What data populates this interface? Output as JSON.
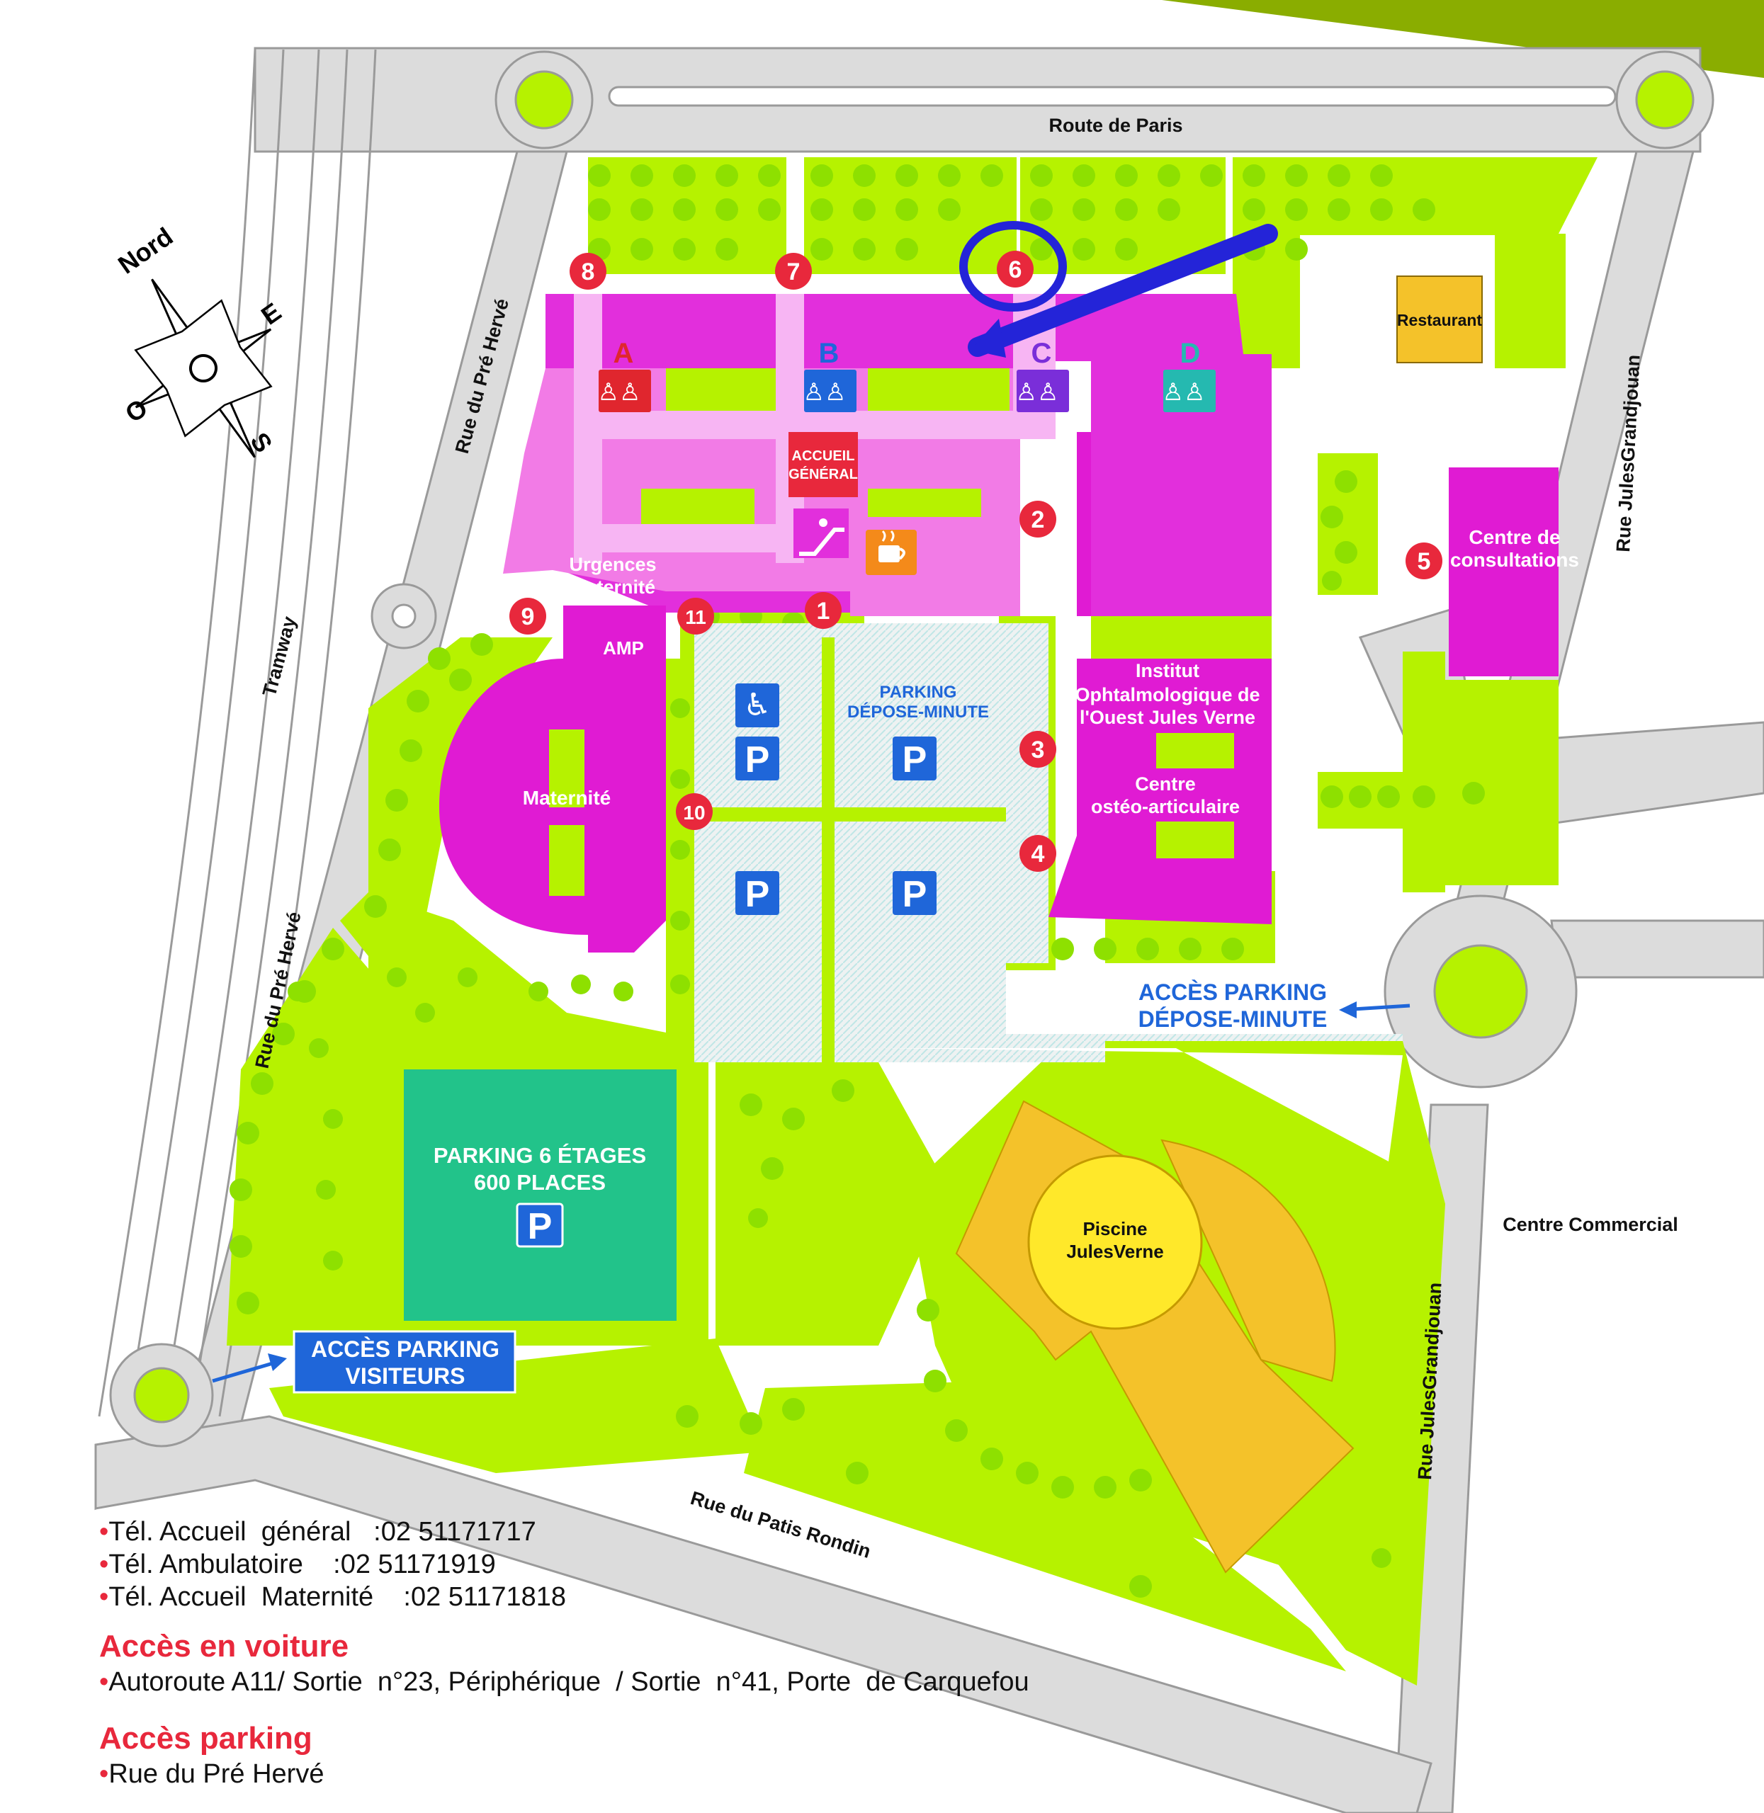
{
  "colors": {
    "grass": "#b6f200",
    "tree": "#8ee000",
    "road": "#d8d8d8",
    "building": "#e22fdc",
    "building_light": "#f48ef0",
    "parking": "#1f66d9",
    "multi_parking": "#22c38a",
    "pool": "#f4c22a",
    "marker": "#e8283c",
    "accent_green": "#8aad00",
    "access_red": "#e8283c"
  },
  "map": {
    "compass": {
      "north": "Nord",
      "east": "E",
      "south": "S",
      "west": "O"
    },
    "roads": {
      "route_paris": "Route de Paris",
      "pre_herve_top": "Rue du Pré Hervé",
      "pre_herve_bottom": "Rue du Pré Hervé",
      "tramway": "Tramway",
      "jules_top": "Rue JulesGrandjouan",
      "jules_bottom": "Rue JulesGrandjouan",
      "patis_rondin": "Rue du Patis Rondin"
    },
    "wings": [
      {
        "letter": "A",
        "color": "#e0262e"
      },
      {
        "letter": "B",
        "color": "#1f66d9"
      },
      {
        "letter": "C",
        "color": "#7a2ed9"
      },
      {
        "letter": "D",
        "color": "#25b9b0"
      }
    ],
    "labels": {
      "accueil": "ACCUEIL GÉNÉRAL",
      "restaurant": "Restaurant",
      "urgences": "Urgences Maternité",
      "amp": "AMP",
      "maternite": "Maternité",
      "centre_consult": "Centre de consultations",
      "institut": "Institut Ophtalmologique de l'Ouest Jules Verne",
      "osteo": "Centre ostéo-articulaire",
      "parking_depose": "PARKING DÉPOSE-MINUTE",
      "acces_depose": "ACCÈS PARKING DÉPOSE-MINUTE",
      "parking_etages": "PARKING 6 ÉTAGES",
      "parking_places": "600 PLACES",
      "acces_visiteurs": "ACCÈS PARKING VISITEURS",
      "piscine": "Piscine JulesVerne",
      "centre_commercial": "Centre Commercial"
    },
    "entrances": [
      "1",
      "2",
      "3",
      "4",
      "5",
      "6",
      "7",
      "8",
      "9",
      "10",
      "11"
    ],
    "parking_symbol": "P"
  },
  "info": {
    "phones": [
      {
        "label": "Tél. Accueil  général",
        "number": "02 51171717"
      },
      {
        "label": "Tél. Ambulatoire",
        "number": "02 51171919"
      },
      {
        "label": "Tél. Accueil  Maternité",
        "number": "02 51171818"
      }
    ],
    "car_title": "Accès en voiture",
    "car_text": "Autoroute A11/ Sortie  n°23, Périphérique  / Sortie  n°41, Porte  de Carquefou",
    "parking_title": "Accès parking",
    "parking_text": "Rue du Pré Hervé"
  }
}
